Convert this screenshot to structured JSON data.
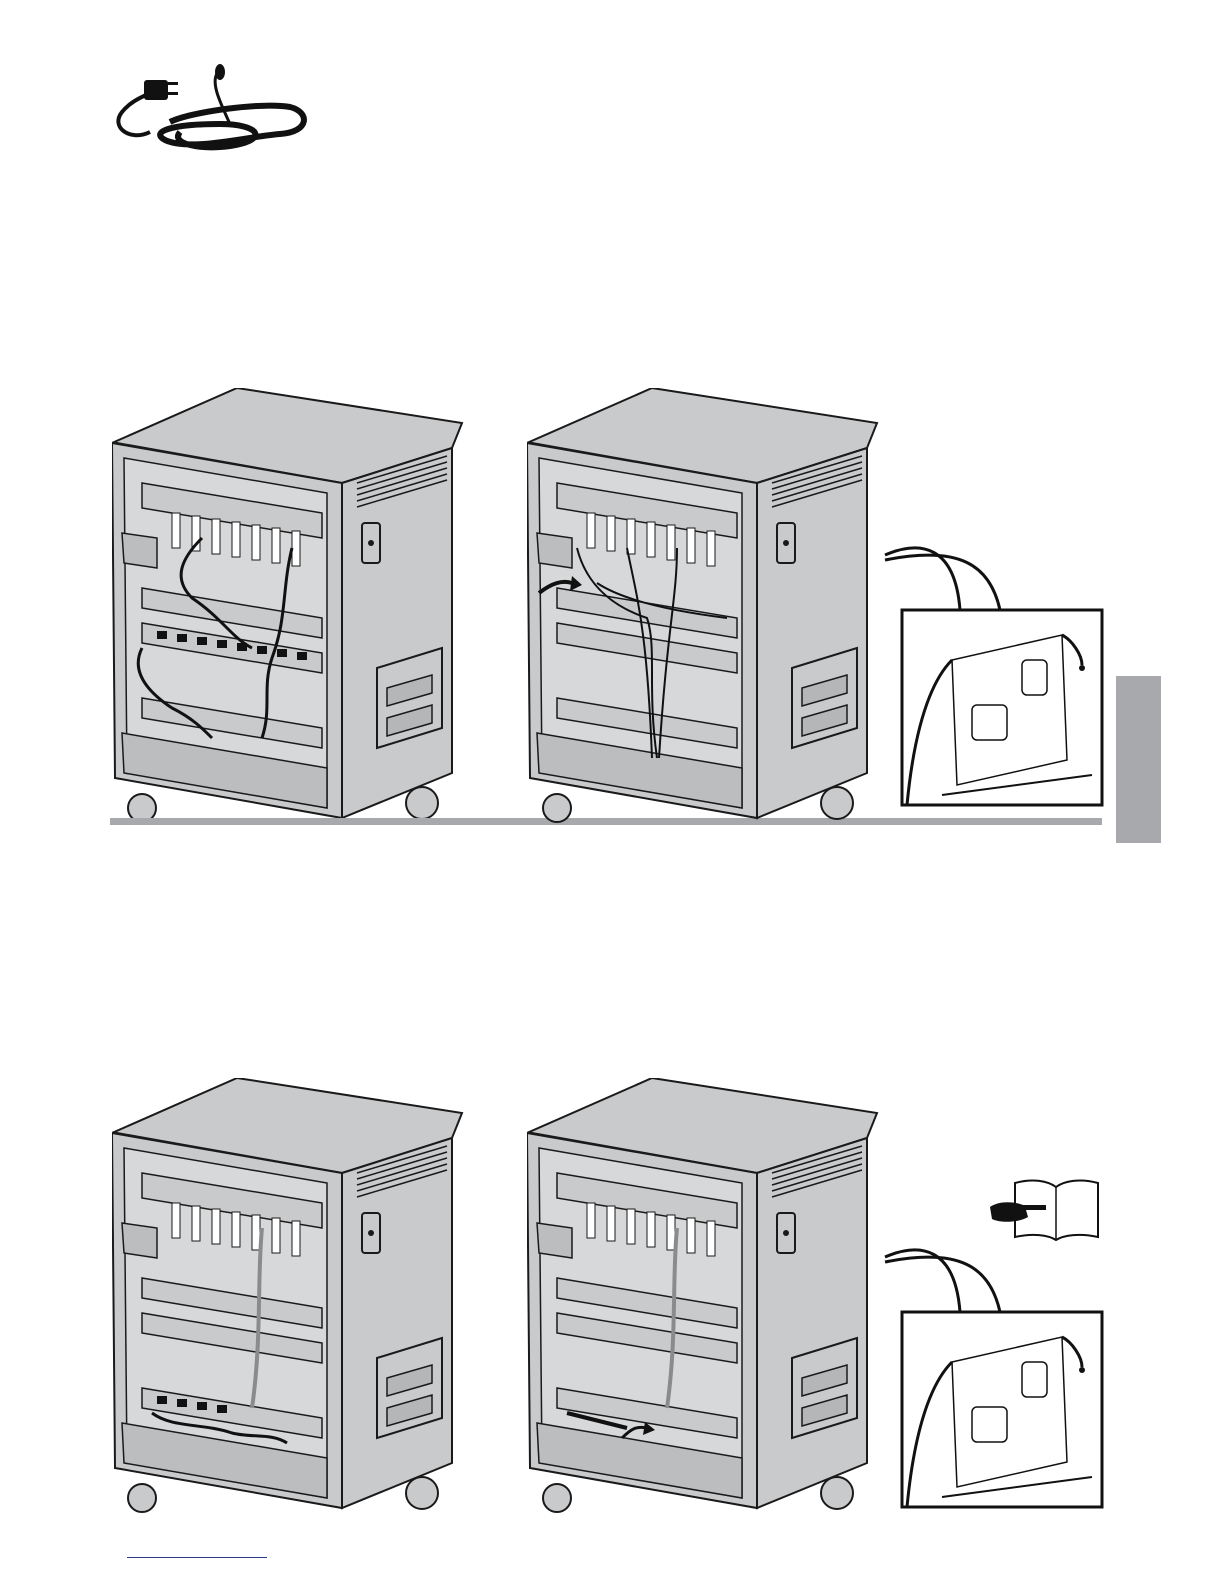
{
  "page": {
    "background": "#ffffff",
    "illustration_color": "#c9cacb",
    "line_color": "#1a1a1a",
    "tab_color": "#a7a9ac",
    "footer_rule_color": "#2b3a8f"
  },
  "icons": [
    "power-cord-icon",
    "manual-reference-icon"
  ],
  "figures": [
    {
      "name": "cart-cabling-step-a",
      "variant": "black-cords-loose"
    },
    {
      "name": "cart-cabling-step-b",
      "variant": "cords-bundled",
      "detail": "rear-bracket-detail"
    },
    {
      "name": "cart-cabling-step-c",
      "variant": "lower-shelf-cords"
    },
    {
      "name": "cart-cabling-step-d",
      "variant": "cords-secured",
      "detail": "rear-bracket-detail"
    }
  ]
}
